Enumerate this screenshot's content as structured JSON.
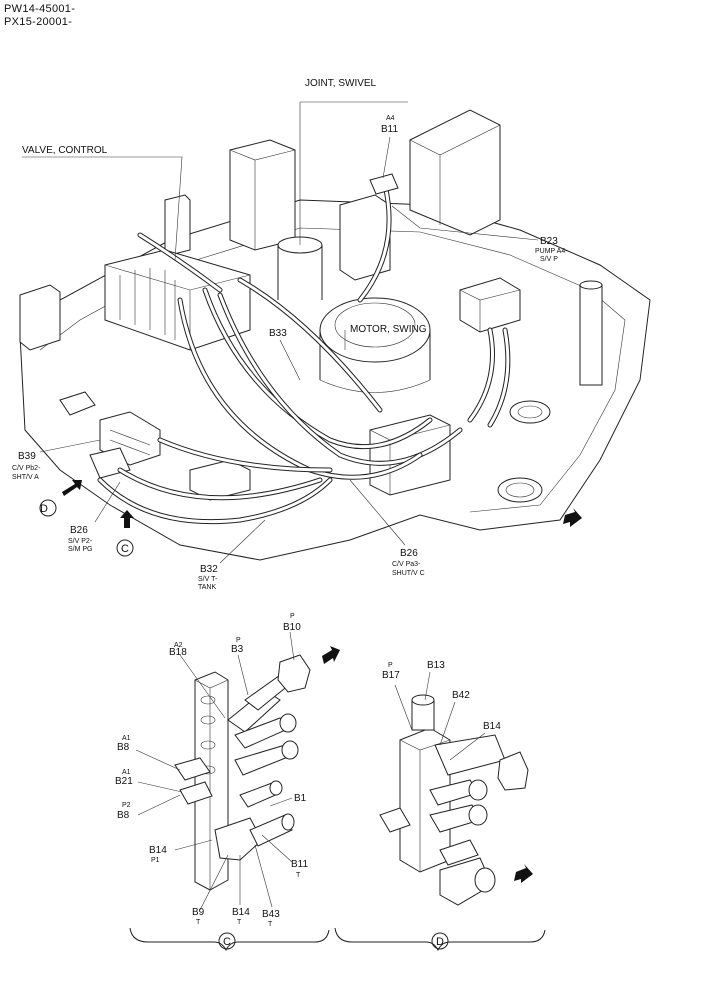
{
  "header": {
    "line1": "PW14-45001-",
    "line2": "PX15-20001-"
  },
  "labels": {
    "joint_swivel": "JOINT, SWIVEL",
    "valve_control": "VALVE, CONTROL",
    "motor_swing": "MOTOR, SWING",
    "a4": "A4",
    "b11_top": "B11",
    "b23": "B23",
    "b23_sub1": "PUMP A4-",
    "b23_sub2": "S/V P",
    "b33": "B33",
    "b39": "B39",
    "b39_sub1": "C/V Pb2-",
    "b39_sub2": "SHT/V A",
    "b26_left": "B26",
    "b26_left_sub1": "S/V P2-",
    "b26_left_sub2": "S/M PG",
    "b32": "B32",
    "b32_sub1": "S/V T-",
    "b32_sub2": "TANK",
    "b26_right": "B26",
    "b26_right_sub1": "C/V Pa3-",
    "b26_right_sub2": "SHUT/V C",
    "view_d": "D",
    "view_c": "C",
    "c_p_b10": "P",
    "c_b10": "B10",
    "c_a2": "A2",
    "c_b18": "B18",
    "c_p_b3": "P",
    "c_b3": "B3",
    "c_a1_b8": "A1",
    "c_b8": "B8",
    "c_a1_b21": "A1",
    "c_b21": "B21",
    "c_p2": "P2",
    "c_b8b": "B8",
    "c_b1": "B1",
    "c_b14": "B14",
    "c_p1": "P1",
    "c_b11": "B11",
    "c_t1": "T",
    "c_b9": "B9",
    "c_t2": "T",
    "c_b14b": "B14",
    "c_t3": "T",
    "c_b43": "B43",
    "c_t4": "T",
    "d_b13": "B13",
    "d_p": "P",
    "d_b17": "B17",
    "d_b42": "B42",
    "d_b14": "B14",
    "circle_c": "C",
    "circle_d": "D"
  }
}
